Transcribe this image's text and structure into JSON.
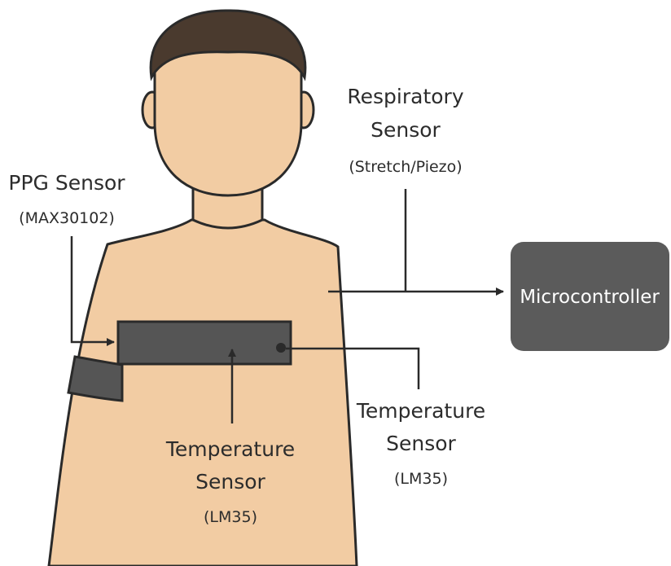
{
  "colors": {
    "skin": "#f2cca3",
    "outline": "#2a2a2a",
    "hair": "#4a3a2e",
    "band": "#555555",
    "box": "#5b5b5b",
    "box_text": "#ffffff",
    "text": "#2c2c2c"
  },
  "labels": {
    "respiratory": {
      "line1": "Respiratory",
      "line2": "Sensor",
      "sub": "(Stretch/Piezo)"
    },
    "ppg": {
      "line1": "PPG Sensor",
      "sub": "(MAX30102)"
    },
    "temp_right": {
      "line1": "Temperature",
      "line2": "Sensor",
      "sub": "(LM35)"
    },
    "temp_center": {
      "line1": "Temperature",
      "line2": "Sensor",
      "sub": "(LM35)"
    },
    "microcontroller": "Microcontroller"
  }
}
